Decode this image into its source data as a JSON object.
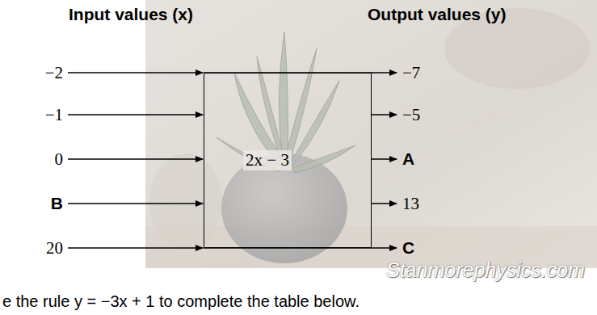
{
  "diagram": {
    "nodes": [
      {
        "text": [
          "2x − 3"
        ]
      }
    ],
    "labels": [
      "Input values (x)",
      "Output values (y)",
      "−2",
      "−1",
      "0",
      "B",
      "20",
      "−7",
      "−5",
      "A",
      "13",
      "C",
      "Stanmorephysics.com",
      "e the rule y = −3x + 1 to complete the table below."
    ]
  }
}
